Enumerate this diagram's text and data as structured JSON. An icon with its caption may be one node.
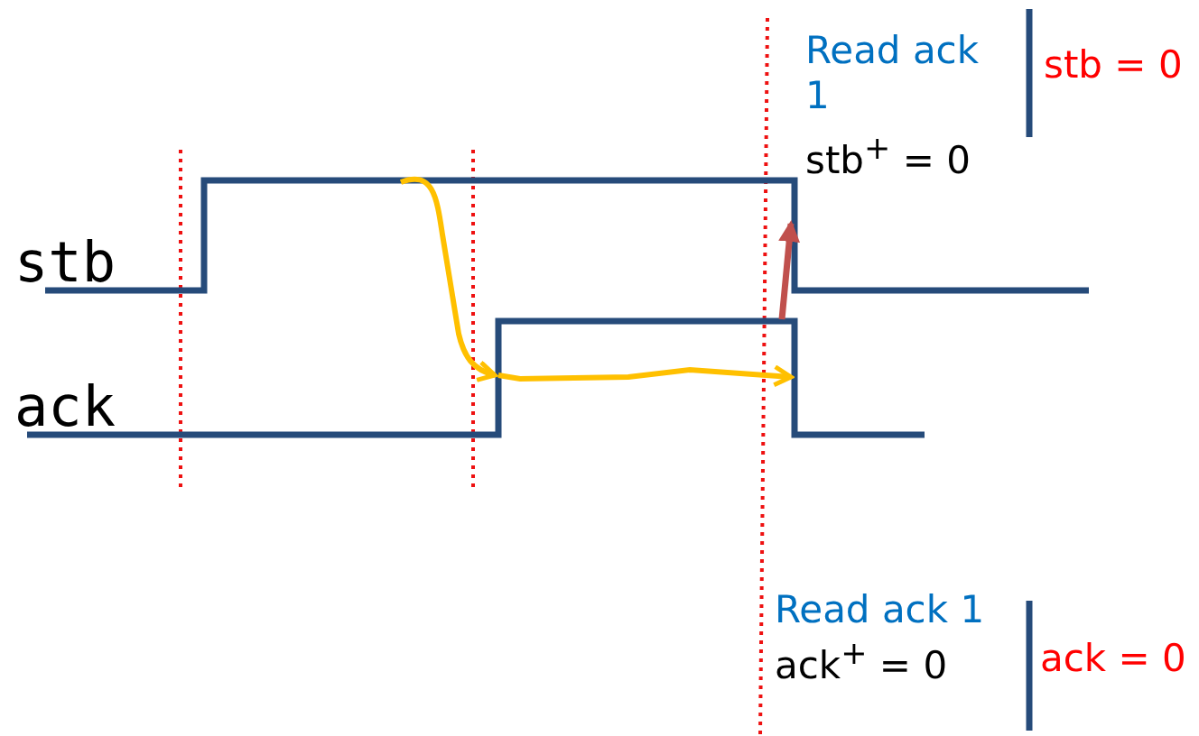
{
  "diagram": {
    "labels": [
      "Read ack 1",
      "stb = 0",
      "stb$^{+}$ = 0",
      "stb",
      "ack",
      "Read ack 1",
      "ack$^{+}$ = 0",
      "ack = 0"
    ]
  }
}
